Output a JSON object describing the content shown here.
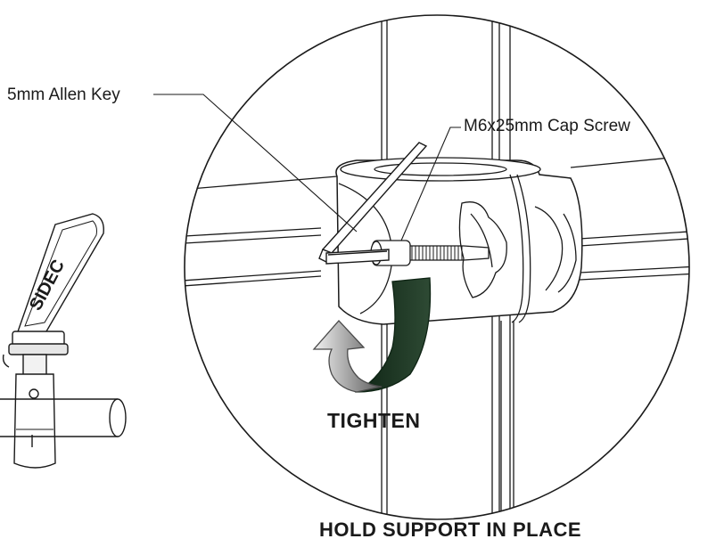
{
  "labels": {
    "allen_key": "5mm Allen Key",
    "cap_screw": "M6x25mm Cap Screw",
    "tighten": "TIGHTEN",
    "hold_support": "HOLD SUPPORT IN PLACE"
  },
  "brand_logo": "SIDEC",
  "colors": {
    "line": "#1a1a1a",
    "arrow_dark": "#1f3a26",
    "arrow_light": "#d9d9d9"
  }
}
